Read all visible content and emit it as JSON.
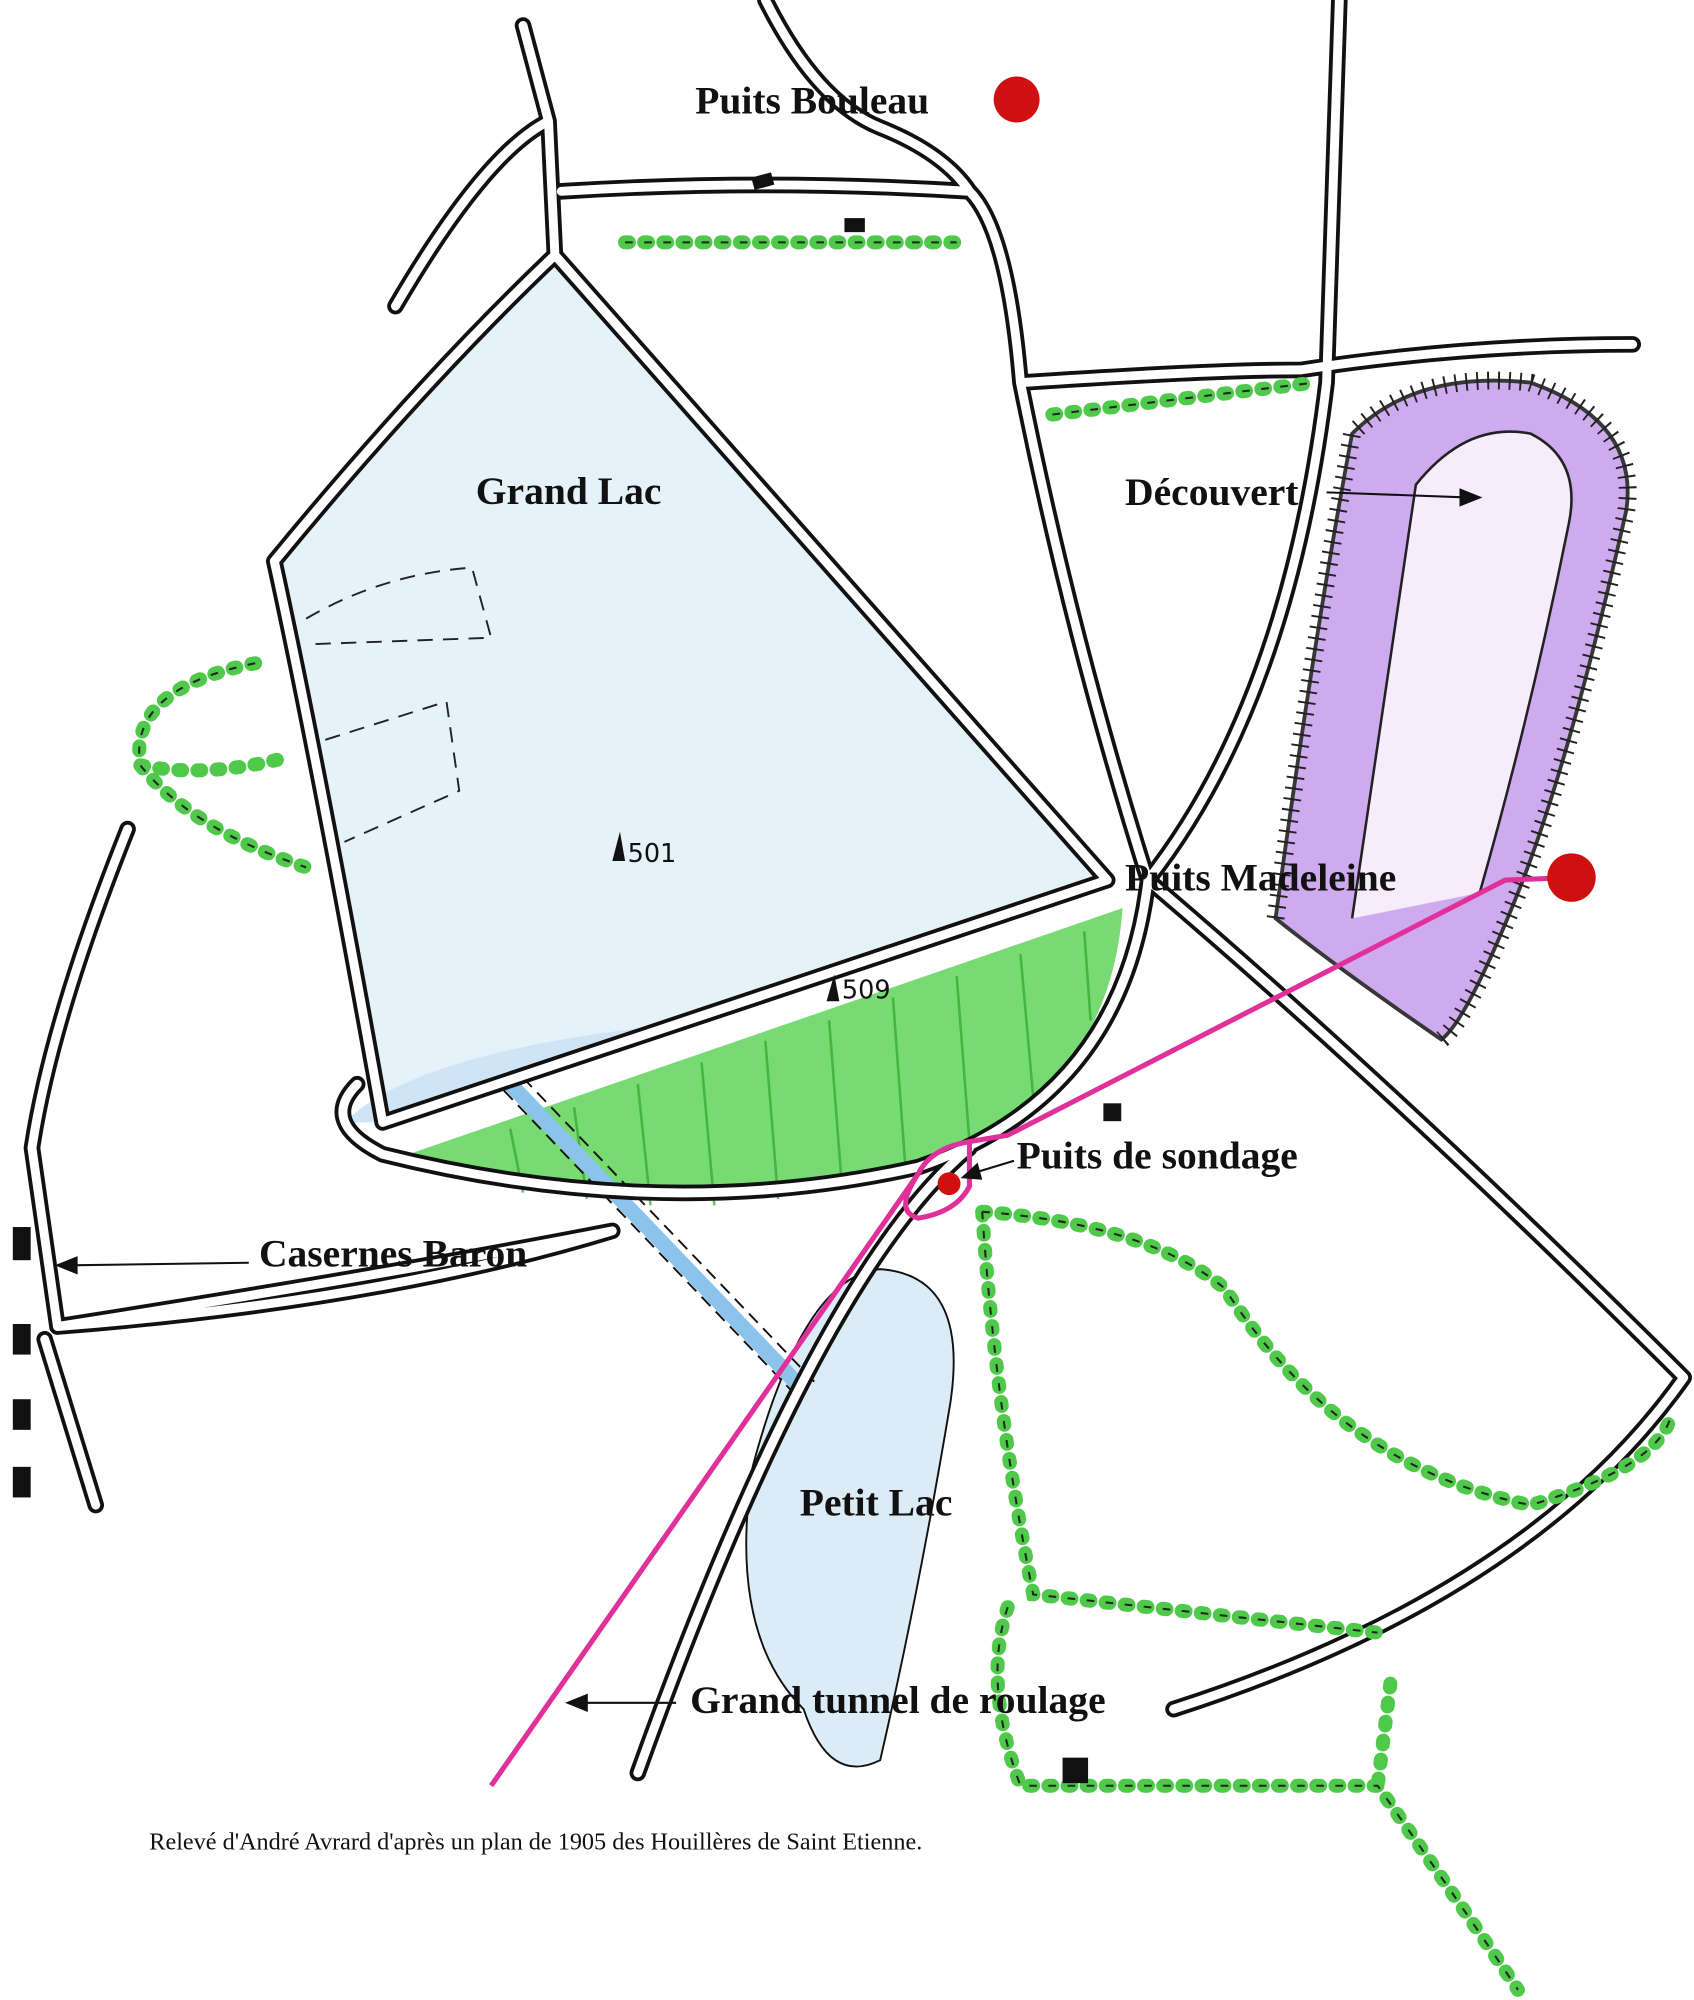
{
  "labels": {
    "puits_bouleau": "Puits Bouleau",
    "grand_lac": "Grand Lac",
    "decouvert": "Découvert",
    "puits_madeleine": "Puits Madeleine",
    "puits_de_sondage": "Puits de sondage",
    "casernes_baron": "Casernes Baron",
    "petit_lac": "Petit Lac",
    "grand_tunnel": "Grand tunnel de roulage"
  },
  "elevations": {
    "e1": "501",
    "e2": "509"
  },
  "caption": "Relevé d'André Avrard d'après un plan de 1905 des Houillères de Saint Etienne.",
  "colors": {
    "lake": "#dcecf7",
    "meadow": "#4fc94a",
    "quarry": "#a77be0",
    "tunnel": "#e0309a",
    "shaft": "#d01010"
  }
}
